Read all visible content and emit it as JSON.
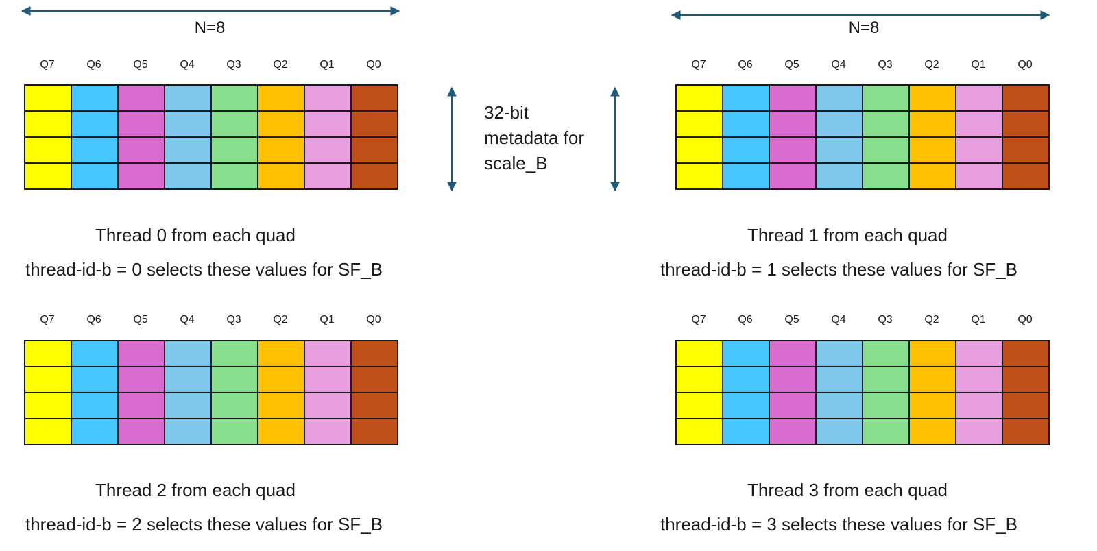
{
  "n_label": "N=8",
  "metadata_lines": [
    "32-bit",
    "metadata for",
    "scale_B"
  ],
  "column_labels": [
    "Q7",
    "Q6",
    "Q5",
    "Q4",
    "Q3",
    "Q2",
    "Q1",
    "Q0"
  ],
  "column_colors": [
    "#ffff00",
    "#47c7ff",
    "#d86ccf",
    "#80c8eb",
    "#88e08f",
    "#ffc000",
    "#e79fdf",
    "#c0501a"
  ],
  "panels": [
    {
      "caption": "Thread  0 from each quad",
      "subcaption": "thread-id-b = 0 selects these values  for SF_B"
    },
    {
      "caption": "Thread 1 from each  quad",
      "subcaption": "thread-id-b = 1 selects these values  for SF_B"
    },
    {
      "caption": "Thread 2 from each quad",
      "subcaption": "thread-id-b = 2 selects these values  for SF_B"
    },
    {
      "caption": "Thread 3 from each quad",
      "subcaption": "thread-id-b = 3 selects these values  for SF_B"
    }
  ]
}
